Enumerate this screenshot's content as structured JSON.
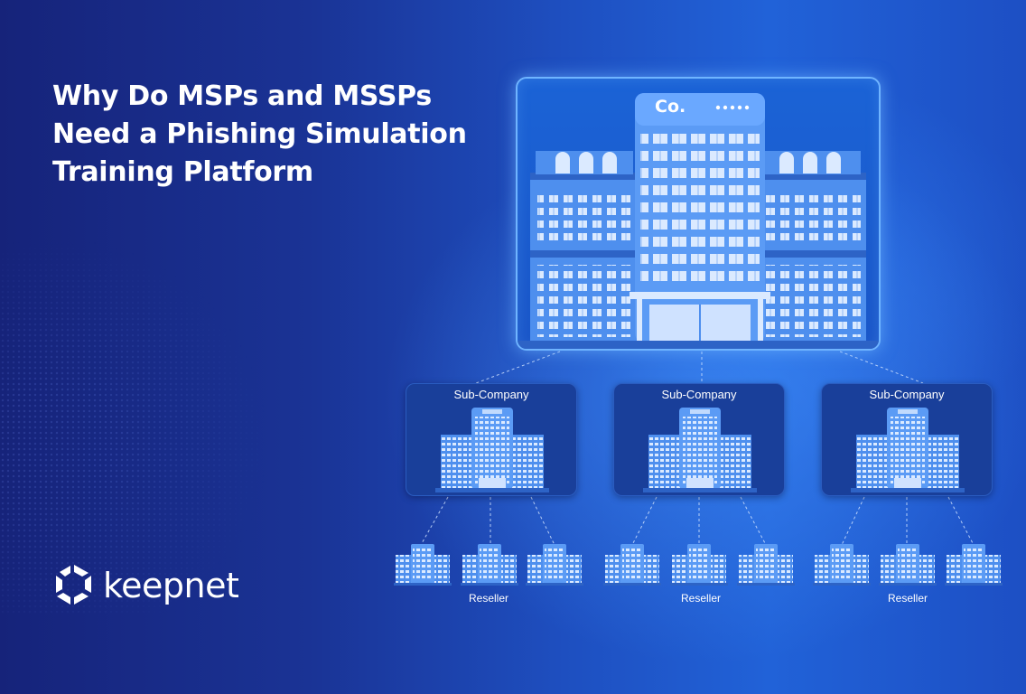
{
  "heading": {
    "line1": "Why Do MSPs and MSSPs",
    "line2": "Need a Phishing Simulation",
    "line3": "Training Platform"
  },
  "brand": {
    "name": "keepnet"
  },
  "main_building": {
    "sign": "Co."
  },
  "sub_companies": [
    {
      "label": "Sub-Company"
    },
    {
      "label": "Sub-Company"
    },
    {
      "label": "Sub-Company"
    }
  ],
  "reseller_groups": [
    {
      "label": "Reseller"
    },
    {
      "label": "Reseller"
    },
    {
      "label": "Reseller"
    }
  ],
  "colors": {
    "background": "#1a3395",
    "frame_glow": "#6fb4ff",
    "building": "#4e8fee",
    "window": "#dbeaff",
    "sub_box": "#193f9a",
    "text": "#ffffff"
  }
}
